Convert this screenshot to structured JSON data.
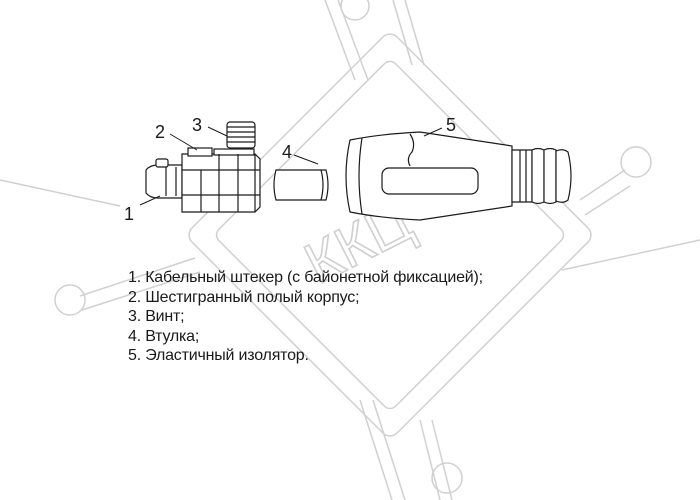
{
  "diagram": {
    "callouts": [
      "1",
      "2",
      "3",
      "4",
      "5"
    ],
    "parts": [
      "1. Кабельный штекер (с байонетной фиксацией);",
      "2. Шестигранный полый корпус;",
      "3. Винт;",
      "4. Втулка;",
      "5. Эластичный изолятор."
    ]
  },
  "watermark": {
    "text": "ККЦ",
    "color": "#cfcfcf"
  }
}
